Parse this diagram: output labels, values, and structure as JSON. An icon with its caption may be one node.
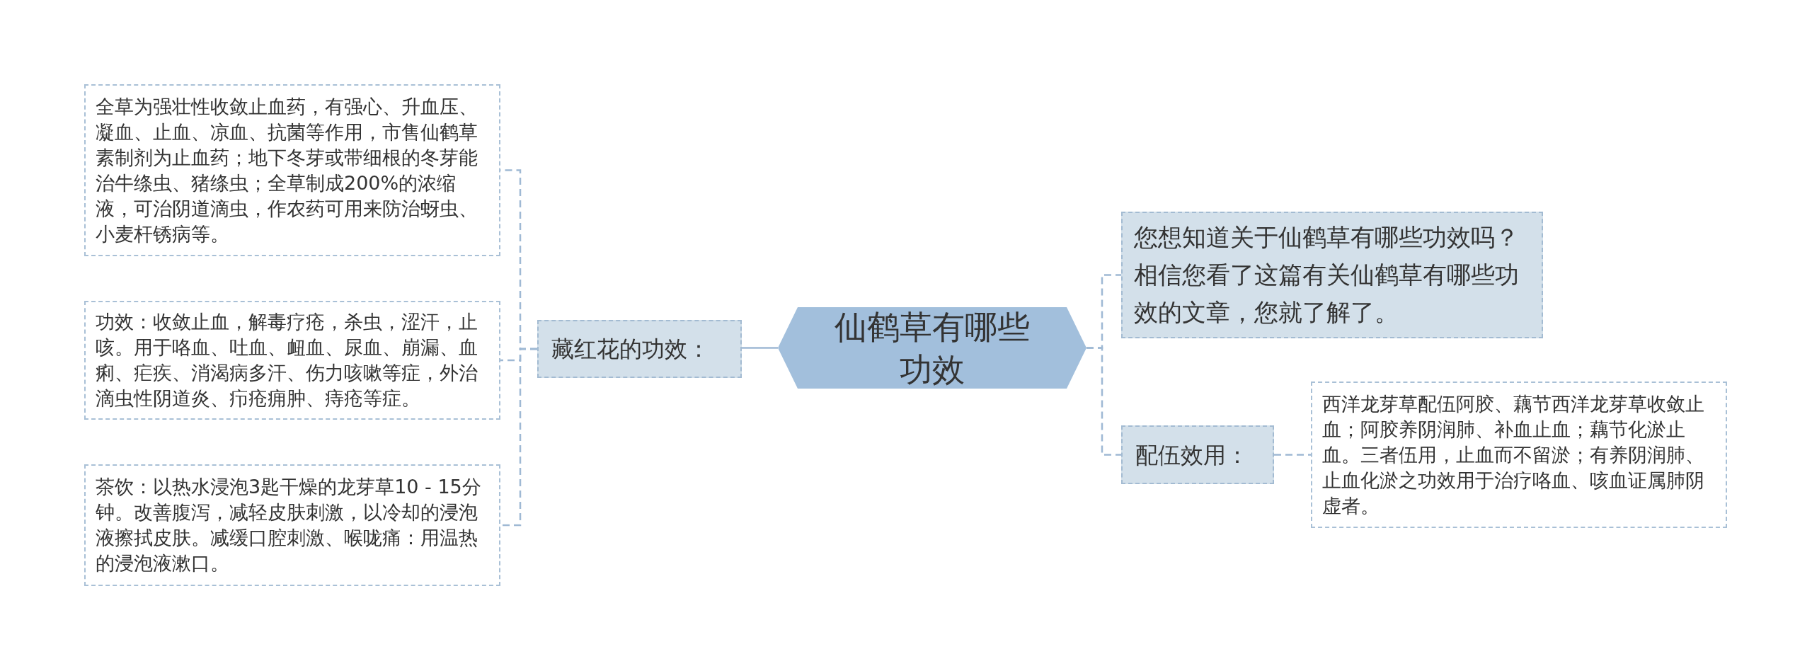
{
  "diagram": {
    "nodes": [
      {
        "text": [
          "仙鹤草有哪些功效"
        ]
      },
      {
        "text": [
          "藏红花的功效："
        ]
      },
      {
        "text": [
          "全草为强壮性收敛止血药，有强心、升血压、凝血、止血、凉血、抗菌等作用，市售仙鹤草素制剂为止血药；地下冬芽或带细根的冬芽能治牛绦虫、猪绦虫；全草制成200%的浓缩液，可治阴道滴虫，作农药可用来防治蚜虫、小麦杆锈病等。"
        ]
      },
      {
        "text": [
          "功效：收敛止血，解毒疗疮，杀虫，涩汗，止咳。用于咯血、吐血、衄血、尿血、崩漏、血痢、疟疾、消渴病多汗、伤力咳嗽等症，外治滴虫性阴道炎、疖疮痈肿、痔疮等症。"
        ]
      },
      {
        "text": [
          "茶饮：以热水浸泡3匙干燥的龙芽草10 - 15分钟。改善腹泻，减轻皮肤刺激，以冷却的浸泡液擦拭皮肤。减缓口腔刺激、喉咙痛：用温热的浸泡液漱口。"
        ]
      },
      {
        "text": [
          "您想知道关于仙鹤草有哪些功效吗？相信您看了这篇有关仙鹤草有哪些功效的文章，您就了解了。"
        ]
      },
      {
        "text": [
          "配伍效用："
        ]
      },
      {
        "text": [
          "西洋龙芽草配伍阿胶、藕节西洋龙芽草收敛止血；阿胶养阴润肺、补血止血；藕节化淤止血。三者伍用，止血而不留淤；有养阴润肺、止血化淤之功效用于治疗咯血、咳血证属肺阴虚者。"
        ]
      }
    ],
    "edges": [
      {
        "from": 0,
        "to": 1,
        "arrow": "none"
      },
      {
        "from": 1,
        "to": 2,
        "arrow": "none",
        "style": "dashed"
      },
      {
        "from": 1,
        "to": 3,
        "arrow": "none",
        "style": "dashed"
      },
      {
        "from": 1,
        "to": 4,
        "arrow": "none",
        "style": "dashed"
      },
      {
        "from": 0,
        "to": 5,
        "arrow": "none",
        "style": "dashed"
      },
      {
        "from": 0,
        "to": 6,
        "arrow": "none",
        "style": "dashed"
      },
      {
        "from": 6,
        "to": 7,
        "arrow": "none",
        "style": "dashed"
      }
    ]
  }
}
